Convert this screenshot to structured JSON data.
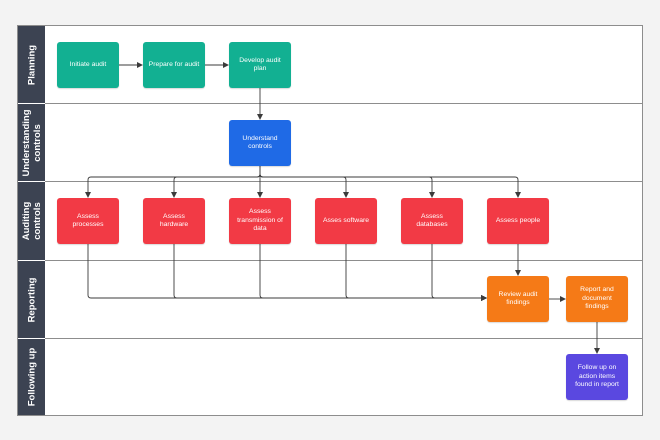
{
  "colors": {
    "teal": "#12b092",
    "blue": "#1f6ae6",
    "red": "#f23a45",
    "orange": "#f57a17",
    "purple": "#5a48e0",
    "lane_header": "#3c4352",
    "connector": "#3b3b3b"
  },
  "lanes": [
    {
      "id": "planning",
      "label": "Planning"
    },
    {
      "id": "understanding",
      "label": "Understanding\ncontrols"
    },
    {
      "id": "auditing",
      "label": "Auditing\ncontrols"
    },
    {
      "id": "reporting",
      "label": "Reporting"
    },
    {
      "id": "following",
      "label": "Following up"
    }
  ],
  "nodes": {
    "initiate": {
      "label": "Initiate audit",
      "color": "teal"
    },
    "prepare": {
      "label": "Prepare for audit",
      "color": "teal"
    },
    "develop": {
      "label": "Develop audit\nplan",
      "color": "teal"
    },
    "understand": {
      "label": "Understand\ncontrols",
      "color": "blue"
    },
    "processes": {
      "label": "Assess\nprocesses",
      "color": "red"
    },
    "hardware": {
      "label": "Assess\nhardware",
      "color": "red"
    },
    "transmission": {
      "label": "Assess\ntransmission of\ndata",
      "color": "red"
    },
    "software": {
      "label": "Asses software",
      "color": "red"
    },
    "databases": {
      "label": "Assess\ndatabases",
      "color": "red"
    },
    "people": {
      "label": "Assess people",
      "color": "red"
    },
    "review": {
      "label": "Review audit\nfindings",
      "color": "orange"
    },
    "report": {
      "label": "Report and\ndocument\nfindings",
      "color": "orange"
    },
    "followup": {
      "label": "Follow up on\naction items\nfound in report",
      "color": "purple"
    }
  },
  "edges": [
    {
      "from": "initiate",
      "to": "prepare"
    },
    {
      "from": "prepare",
      "to": "develop"
    },
    {
      "from": "develop",
      "to": "understand"
    },
    {
      "from": "understand",
      "to": "processes"
    },
    {
      "from": "understand",
      "to": "hardware"
    },
    {
      "from": "understand",
      "to": "transmission"
    },
    {
      "from": "understand",
      "to": "software"
    },
    {
      "from": "understand",
      "to": "databases"
    },
    {
      "from": "understand",
      "to": "people"
    },
    {
      "from": "processes",
      "to": "review"
    },
    {
      "from": "hardware",
      "to": "review"
    },
    {
      "from": "transmission",
      "to": "review"
    },
    {
      "from": "software",
      "to": "review"
    },
    {
      "from": "databases",
      "to": "review"
    },
    {
      "from": "people",
      "to": "review"
    },
    {
      "from": "review",
      "to": "report"
    },
    {
      "from": "report",
      "to": "followup"
    }
  ]
}
